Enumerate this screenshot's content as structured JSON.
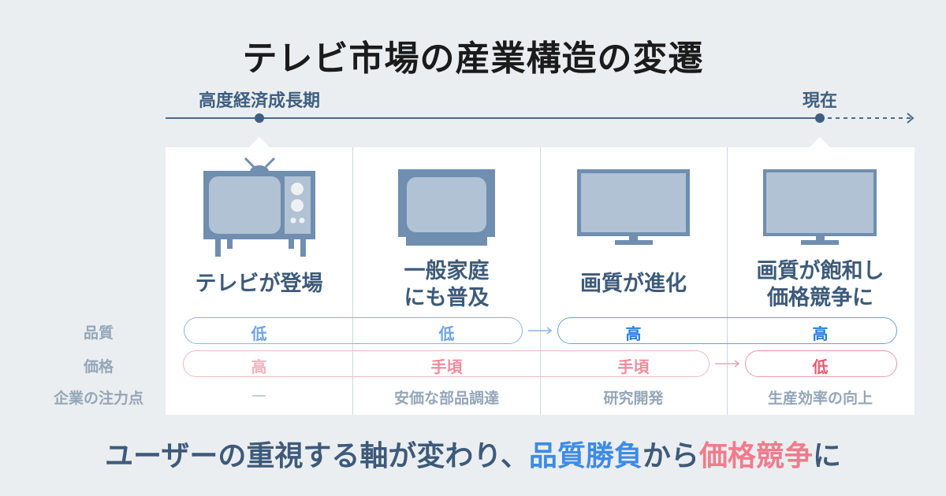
{
  "title": "テレビ市場の産業構造の変遷",
  "timeline": {
    "start_label": "高度経済成長期",
    "end_label": "現在"
  },
  "columns": [
    {
      "label_lines": [
        "テレビが登場"
      ],
      "quality": "低",
      "price": "高",
      "focus": "—"
    },
    {
      "label_lines": [
        "一般家庭",
        "にも普及"
      ],
      "quality": "低",
      "price": "手頃",
      "focus": "安価な部品調達"
    },
    {
      "label_lines": [
        "画質が進化"
      ],
      "quality": "高",
      "price": "手頃",
      "focus": "研究開発"
    },
    {
      "label_lines": [
        "画質が飽和し",
        "価格競争に"
      ],
      "quality": "高",
      "price": "低",
      "focus": "生産効率の向上"
    }
  ],
  "row_labels": {
    "quality": "品質",
    "price": "価格",
    "focus": "企業の注力点"
  },
  "bottom": {
    "prefix": "ユーザーの重視する軸が変わり、",
    "quality_text": "品質勝負",
    "mid": "から",
    "price_text": "価格競争",
    "suffix": "に"
  },
  "colors": {
    "blue": "#3d8be4",
    "pink": "#f07b8c",
    "navy": "#3d5a7a",
    "tv_body": "#6f8eb0",
    "tv_screen": "#b0c2d4"
  }
}
